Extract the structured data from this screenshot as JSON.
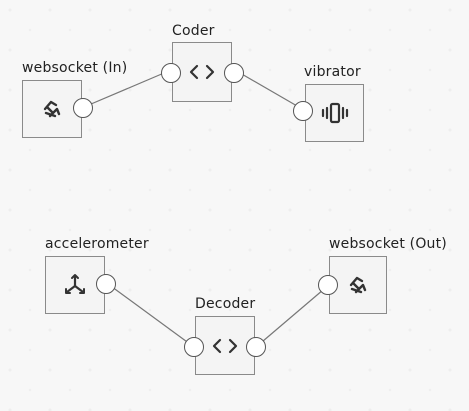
{
  "nodes": {
    "websocket_in": {
      "label": "websocket (In)",
      "icon": "websocket-icon"
    },
    "coder": {
      "label": "Coder",
      "icon": "code-brackets-icon"
    },
    "vibrator": {
      "label": "vibrator",
      "icon": "vibrate-icon"
    },
    "accelerometer": {
      "label": "accelerometer",
      "icon": "axes-icon"
    },
    "decoder": {
      "label": "Decoder",
      "icon": "code-brackets-icon"
    },
    "websocket_out": {
      "label": "websocket (Out)",
      "icon": "websocket-icon"
    }
  },
  "colors": {
    "background": "#f7f7f7",
    "node_border": "#8a8a8a",
    "port_border": "#555555",
    "wire": "#777777",
    "icon": "#333333"
  }
}
